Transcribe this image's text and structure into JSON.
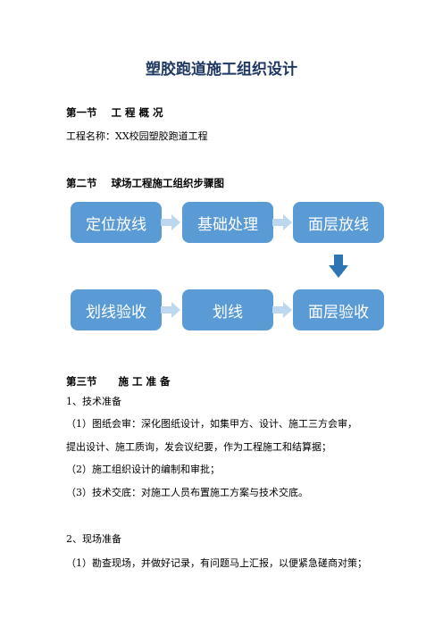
{
  "title": "塑胶跑道施工组织设计",
  "section1": {
    "number": "第一节",
    "heading": "工 程 概 况",
    "project_line": "工程名称：XX校园塑胶跑道工程"
  },
  "section2": {
    "number": "第二节",
    "heading": "球场工程施工组织步骤图",
    "flow": {
      "row1": [
        "定位放线",
        "基础处理",
        "面层放线"
      ],
      "row2": [
        "划线验收",
        "划线",
        "面层验收"
      ]
    }
  },
  "section3": {
    "number": "第三节",
    "heading": "施 工 准 备",
    "sub1_title": "1、技术准备",
    "item1_line1": "（1）图纸会审：深化图纸设计，如集甲方、设计、施工三方会审，",
    "item1_line2": "提出设计、施工质询，发会议纪要，作为工程施工和结算据；",
    "item2": "（2）施工组织设计的编制和审批；",
    "item3": "（3）技术交底：对施工人员布置施工方案与技术交底。",
    "sub2_title": "2、现场准备",
    "item4": "（1）勘查现场，并做好记录，有问题马上汇报，以便紧急磋商对策；"
  },
  "colors": {
    "box": "#5b9bd5",
    "arrow": "#bdd7ee",
    "arrow_down": "#2e75b6",
    "title": "#1f3864"
  }
}
